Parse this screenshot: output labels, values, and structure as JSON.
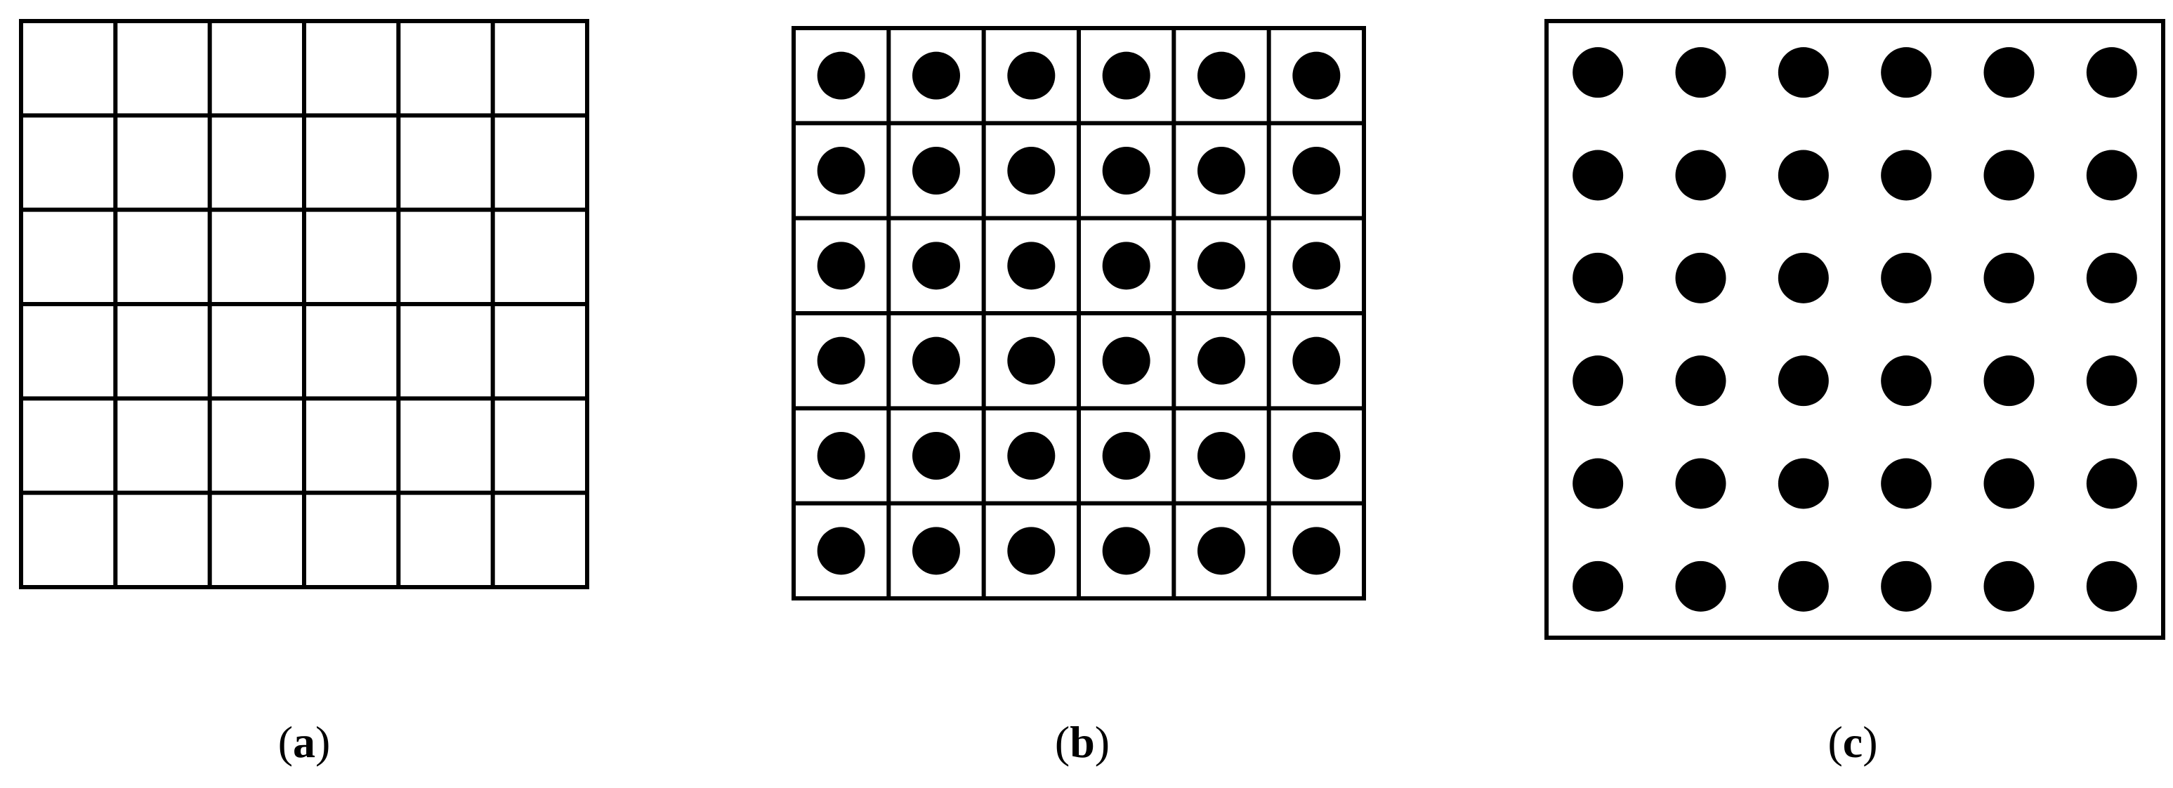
{
  "figure": {
    "stroke_color": "#000000",
    "dot_color": "#000000",
    "background_color": "#ffffff",
    "panels": [
      {
        "id": "a",
        "caption_open": "(",
        "caption_letter": "a",
        "caption_close": ")",
        "rows": 6,
        "cols": 6,
        "show_grid_lines": true,
        "show_dots": false
      },
      {
        "id": "b",
        "caption_open": "(",
        "caption_letter": "b",
        "caption_close": ")",
        "rows": 6,
        "cols": 6,
        "show_grid_lines": true,
        "show_dots": true
      },
      {
        "id": "c",
        "caption_open": "(",
        "caption_letter": "c",
        "caption_close": ")",
        "rows": 6,
        "cols": 6,
        "show_grid_lines": false,
        "show_dots": true
      }
    ]
  }
}
